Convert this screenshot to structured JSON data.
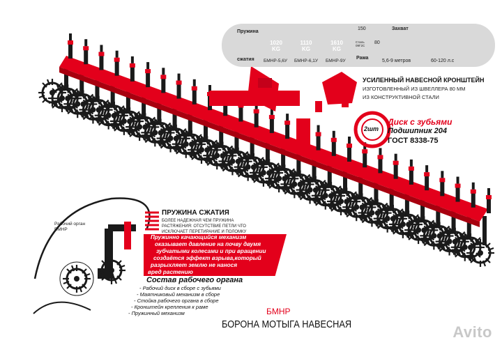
{
  "specs": {
    "spring_label_top": "Пружина",
    "spring_label_bottom": "сжатия",
    "weights": [
      {
        "value": "1020",
        "unit": "KG",
        "model": "БМНР-5,6У"
      },
      {
        "value": "1110",
        "unit": "KG",
        "model": "БМНР-6,1У"
      },
      {
        "value": "1610",
        "unit": "KG",
        "model": "БМНР-9У"
      }
    ],
    "frame": {
      "dim_top": "150",
      "dim_side": "80",
      "steel": "Сталь 09Г2С",
      "label": "Рама"
    },
    "width": {
      "title": "Захват",
      "value": "5,6-9 метров"
    },
    "power": {
      "value": "60-120 л.с"
    }
  },
  "bracket": {
    "title": "УСИЛЕННЫЙ НАВЕСНОЙ КРОНШТЕЙН",
    "line1": "ИЗГОТОВЛЕННЫЙ ИЗ ШВЕЛЛЕРА 80 ММ",
    "line2": "ИЗ КОНСТРУКТИВНОЙ СТАЛИ"
  },
  "disk": {
    "title": "Диск с зубьями",
    "count": "2шт",
    "bearing": "Подшипник 204",
    "gost": "ГОСТ 8338-75"
  },
  "spring": {
    "title": "ПРУЖИНА СЖАТИЯ",
    "line1": "БОЛЕЕ НАДЕЖНАЯ ЧЕМ ПРУЖИНА",
    "line2": "РАСТЯЖЕНИЯ: ОТСУТСТВИЕ ПЕТЛИ ЧТО",
    "line3": "ИСКЛЮЧАЕТ ПЕРЕТИРАНИЕ И ПОЛОМКУ"
  },
  "info": {
    "lines": [
      "Пружинно качающийся механизм",
      "оказывает давление на почву двумя",
      "зубчатыми колесами и при вращении",
      "создаётся эффект взрыва,который",
      "разрыхляет землю не нанося",
      "вред растению"
    ]
  },
  "organ": {
    "label1": "Рабочий орган",
    "label2": "БМНР"
  },
  "composition": {
    "title": "Состав рабочего органа",
    "items": [
      "- Рабочий диск в сборе с зубьями",
      "- Маятниковый механизм в сборе",
      "- Стойка рабочего органа в сборе",
      "- Кронштейн крепления к раме",
      "- Пружинный механизм"
    ]
  },
  "product": {
    "code": "БМНР",
    "name": "БОРОНА МОТЫГА НАВЕСНАЯ"
  },
  "watermark": "Avito",
  "colors": {
    "accent": "#e3001b",
    "dark": "#1a1a1a",
    "panel": "#d9d9d9"
  }
}
